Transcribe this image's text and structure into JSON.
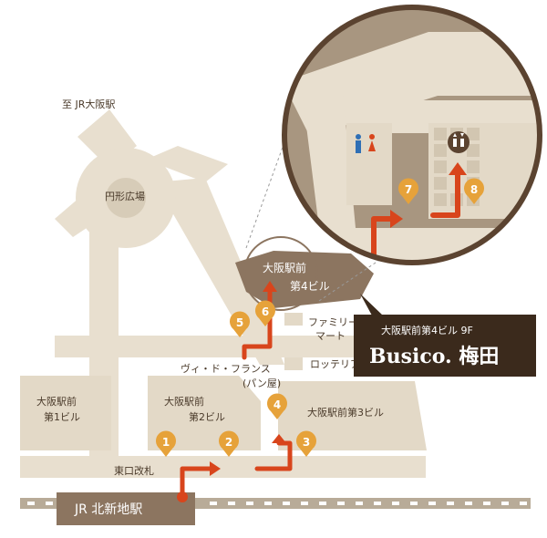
{
  "labels": {
    "jr_osaka": "至 JR大阪駅",
    "plaza": "円形広場",
    "bldg1_l1": "大阪駅前",
    "bldg1_l2": "第1ビル",
    "bldg2_l1": "大阪駅前",
    "bldg2_l2": "第2ビル",
    "bldg3": "大阪駅前第3ビル",
    "bldg4_l1": "大阪駅前",
    "bldg4_l2": "第4ビル",
    "familymart_l1": "ファミリー",
    "familymart_l2": "マート",
    "lotteria": "ロッテリア",
    "vie_l1": "ヴィ・ド・フランス",
    "vie_l2": "(パン屋)",
    "gate": "東口改札",
    "station": "JR 北新地駅"
  },
  "callout": {
    "sub": "大阪駅前第4ビル 9F",
    "main": "Busico. 梅田"
  },
  "pins": [
    "1",
    "2",
    "3",
    "4",
    "5",
    "6",
    "7",
    "8"
  ],
  "icons": {
    "restroom": "restroom-icon",
    "elevator": "elevator-icon"
  },
  "colors": {
    "road": "#e8dfcf",
    "building": "#e3d9c7",
    "building_dark": "#8c7560",
    "route": "#d8451c",
    "pin": "#e6a23a",
    "callout_bg": "#3b2a1c",
    "zoom_bg": "#a89680"
  }
}
